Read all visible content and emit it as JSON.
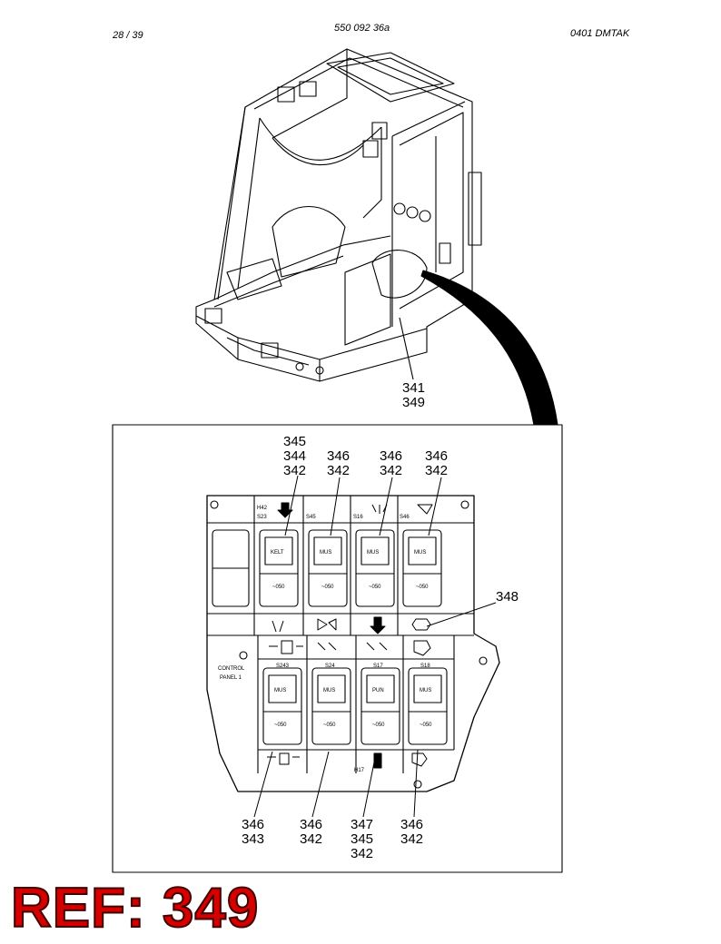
{
  "header": {
    "page": "28 / 39",
    "document_number": "550 092 36a",
    "code": "0401   DMTAK"
  },
  "callouts": {
    "c341": [
      "341",
      "349"
    ],
    "c345top": [
      "345",
      "344",
      "342"
    ],
    "c346a": [
      "346",
      "342"
    ],
    "c346b": [
      "346",
      "342"
    ],
    "c346c": [
      "346",
      "342"
    ],
    "c348": [
      "348"
    ],
    "b1": [
      "346",
      "343"
    ],
    "b2": [
      "346",
      "342"
    ],
    "b3": [
      "347",
      "345",
      "342"
    ],
    "b4": [
      "346",
      "342"
    ]
  },
  "panel": {
    "top_labels": {
      "h42": "H42",
      "s23": "S23",
      "s45": "S45",
      "s16": "S16",
      "s46": "S46"
    },
    "top_switches": [
      "KELT",
      "MUS",
      "MUS",
      "MUS"
    ],
    "switch_value": "~050",
    "control_label_1": "CONTROL",
    "control_label_2": "PANEL 1",
    "bottom_labels": {
      "s243": "S243",
      "s24": "S24",
      "s17": "S17",
      "s18": "S18",
      "h17": "H17"
    },
    "bottom_switches": [
      "MUS",
      "MUS",
      "PUN",
      "MUS"
    ],
    "bottom_values": [
      "~050",
      "~050",
      "~050",
      "~050"
    ]
  },
  "ref_mark": "REF: 349"
}
